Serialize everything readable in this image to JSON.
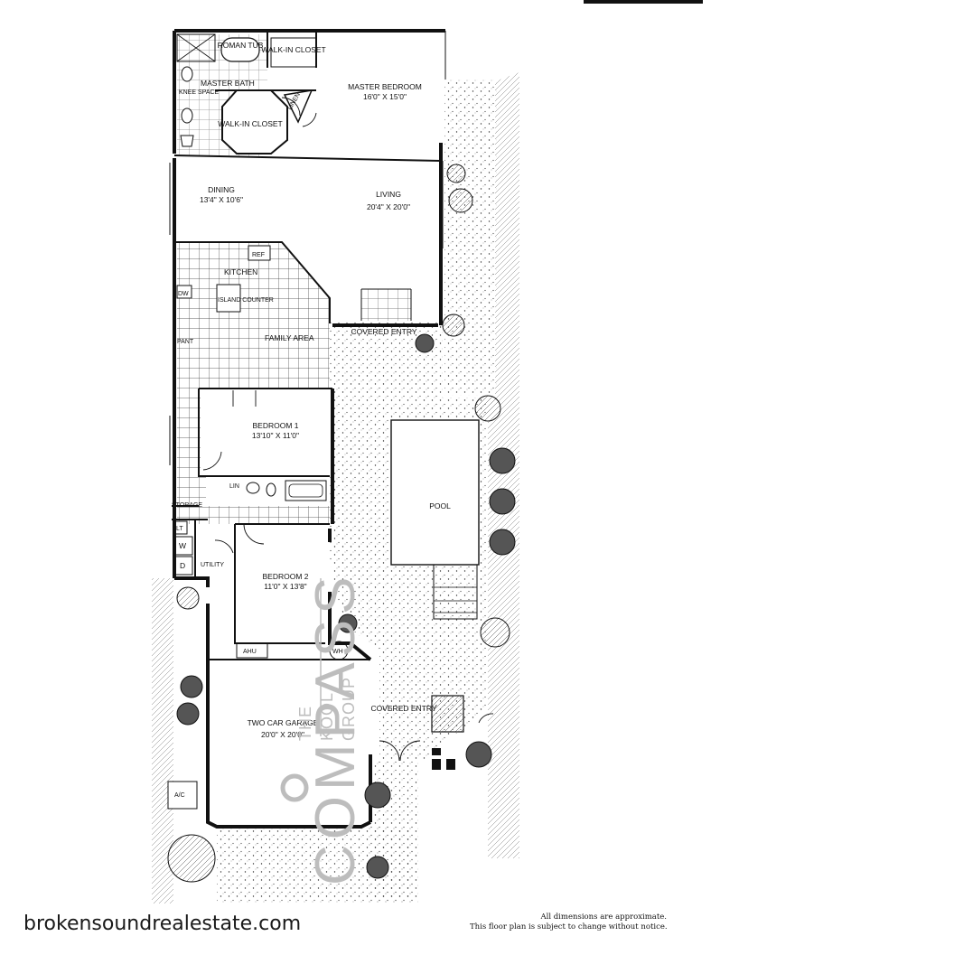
{
  "rooms": {
    "roman_tub": "ROMAN TUB",
    "walk_in_closet_top": "WALK-IN CLOSET",
    "master_bath": "MASTER BATH",
    "knee_space": "KNEE SPACE",
    "walk_in_closet": "WALK-IN CLOSET",
    "linen_master": "LINEN",
    "master_bedroom": {
      "name": "MASTER BEDROOM",
      "dims": "16'0\" X 15'0\""
    },
    "dining": {
      "name": "DINING",
      "dims": "13'4\" X 10'6\""
    },
    "living": {
      "name": "LIVING",
      "dims": "20'4\" X 20'0\""
    },
    "kitchen": "KITCHEN",
    "ref": "REF",
    "dw": "DW",
    "island_counter": "ISLAND COUNTER",
    "pantry": "PANT",
    "family_area": "FAMILY AREA",
    "covered_entry_top": "COVERED ENTRY",
    "bedroom1": {
      "name": "BEDROOM 1",
      "dims": "13'10\" X 11'0\""
    },
    "linen_bed": "LIN",
    "storage": "STORAGE",
    "lt": "LT",
    "washer": "W",
    "dryer": "D",
    "utility": "UTILITY",
    "bedroom2": {
      "name": "BEDROOM 2",
      "dims": "11'0\" X 13'8\""
    },
    "ahu": "AHU",
    "wh": "WH",
    "pool": "POOL",
    "covered_entry_bottom": "COVERED ENTRY",
    "garage": {
      "name": "TWO CAR GARAGE",
      "dims": "20'0\" X 20'0\""
    },
    "ac": "A/C"
  },
  "watermark": {
    "brand": "COMPASS",
    "team": [
      "THE",
      "KOOL",
      "GROUP"
    ]
  },
  "footer": {
    "site": "brokensoundrealestate.com",
    "disclaimer_line1": "All dimensions are approximate.",
    "disclaimer_line2": "This floor plan is subject to change without notice."
  }
}
